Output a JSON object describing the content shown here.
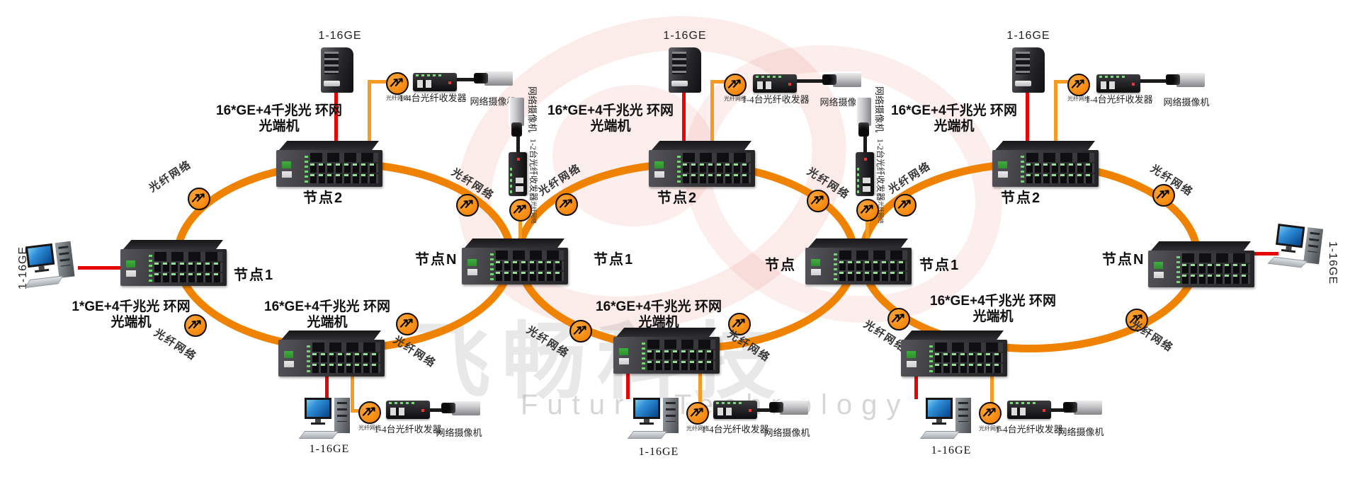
{
  "labels": {
    "ge_1_16": "1-16GE",
    "backbone_16ge_line1": "16*GE+4千兆光 环网",
    "backbone_1ge_line1": "1*GE+4千兆光 环网",
    "backbone_line2": "光端机",
    "node_1": "节点1",
    "node_2": "节点2",
    "node_n": "节点N",
    "node": "节点",
    "fiber_network": "光纤网络",
    "transceivers_1_4": "1-4台光纤收发器",
    "transceivers_1_2": "1-2台光纤收发器",
    "ip_camera": "网络摄像机"
  },
  "watermark": {
    "cjk": "飞畅科技",
    "latin": "Future Technology"
  },
  "colors": {
    "ring": "#EF8200",
    "connector_orange": "#F59A23",
    "connector_red": "#E60505",
    "connector_black": "#1B1B1B",
    "converter_fill": "#F5870A"
  }
}
